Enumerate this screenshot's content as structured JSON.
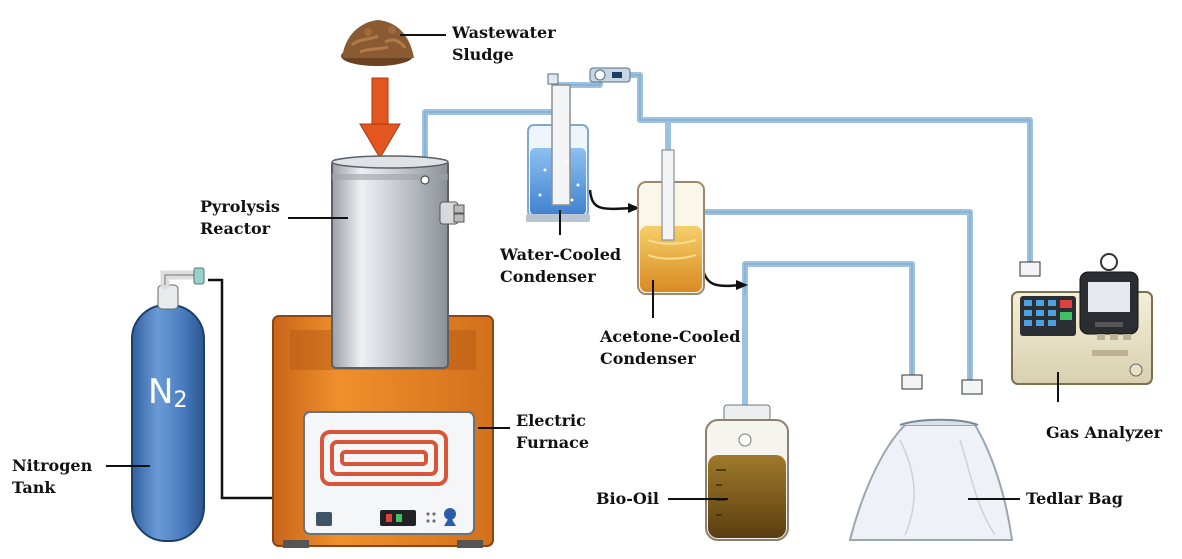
{
  "labels": {
    "wastewater_sludge": [
      "Wastewater",
      "Sludge"
    ],
    "pyrolysis_reactor": [
      "Pyrolysis",
      "Reactor"
    ],
    "water_cooled_condenser": [
      "Water-Cooled",
      "Condenser"
    ],
    "acetone_cooled_condenser": [
      "Acetone-Cooled",
      "Condenser"
    ],
    "electric_furnace": [
      "Electric",
      "Furnace"
    ],
    "nitrogen_tank": [
      "Nitrogen",
      "Tank"
    ],
    "bio_oil": "Bio-Oil",
    "tedlar_bag": "Tedlar Bag",
    "gas_analyzer": "Gas Analyzer"
  },
  "tank_formula": {
    "symbol": "N",
    "subscript": "2"
  },
  "colors": {
    "tank_blue": "#4a7cc0",
    "furnace_orange": "#e8821e",
    "heating_coil": "#d8553a",
    "reactor_steel": "#c8ccd0",
    "pipe_blue": "#a9cbe6",
    "water": "#5b9be0",
    "acetone_liquid": "#e8a63a",
    "bio_oil": "#7a5a18",
    "sludge": "#8a5a32",
    "arrow": "#e3561f"
  }
}
